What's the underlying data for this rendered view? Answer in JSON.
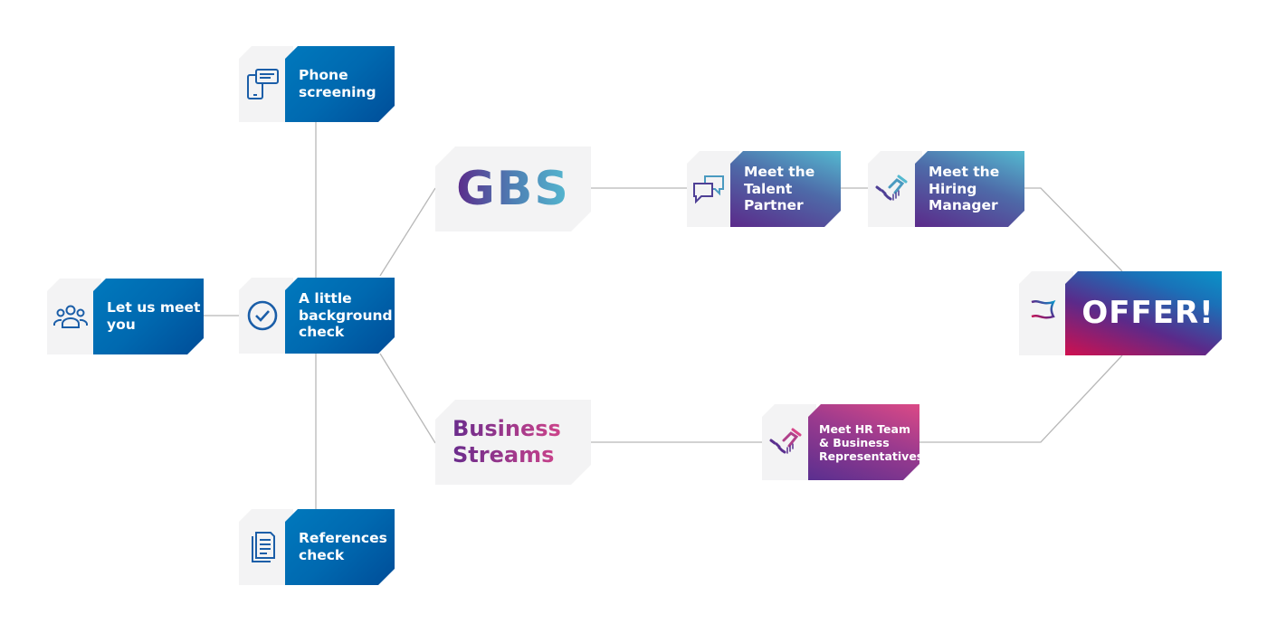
{
  "steps": {
    "meet_you": "Let us meet you",
    "phone": "Phone screening",
    "background": "A little background check",
    "references": "References check",
    "gbs": "GBS",
    "business_streams": "Business Streams",
    "talent_partner": "Meet the Talent Partner",
    "hiring_manager": "Meet the Hiring Manager",
    "hr_team": "Meet HR Team & Business Representatives",
    "offer": "OFFER!"
  },
  "icons": {
    "meet_you": "people-group-icon",
    "phone": "phone-chat-icon",
    "background": "check-circle-icon",
    "references": "documents-icon",
    "talent_partner": "speech-bubbles-icon",
    "hiring_manager": "handshake-icon",
    "hr_team": "handshake-icon",
    "offer": "flag-icon"
  },
  "colors": {
    "blue": "#0069b0",
    "purple": "#5b2a8a",
    "teal": "#54b9d0",
    "pink": "#dc4a86",
    "connector": "#b5b5b5"
  }
}
